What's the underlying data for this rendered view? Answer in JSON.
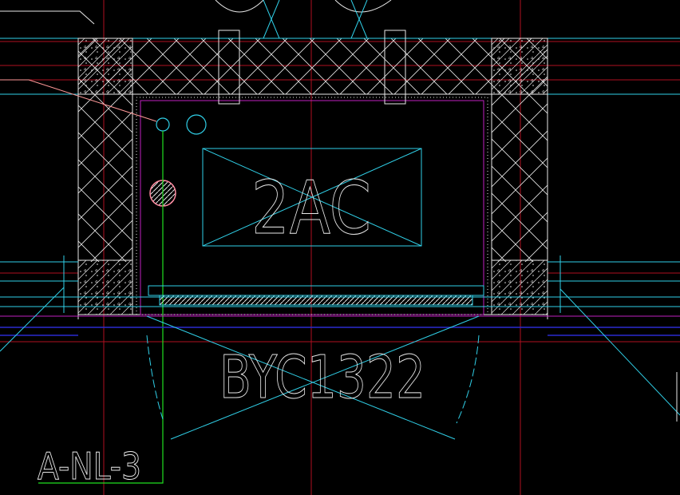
{
  "drawing": {
    "labels": {
      "unit_tag": "2AC",
      "window_tag": "BYC1322",
      "pipe_tag": "A-NL-3"
    },
    "colors": {
      "background": "#000000",
      "grid_red": "#b01020",
      "cyan": "#30d0e8",
      "blue": "#2a2ad0",
      "white": "#e8e8e8",
      "green": "#20e020",
      "magenta": "#c020c0",
      "pink": "#ff8aa0",
      "leader_pink": "#ff9999"
    }
  }
}
